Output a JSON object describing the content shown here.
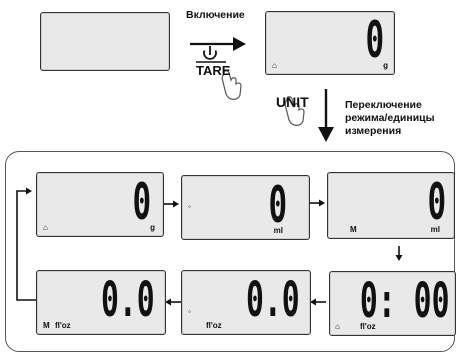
{
  "top": {
    "power_on_label": "Включение",
    "tare_label": "TARE",
    "unit_label": "UNIT",
    "switch_mode_label": [
      "Переключение",
      "режима/единицы",
      "измерения"
    ]
  },
  "screens": {
    "power_on": {
      "value": "0",
      "unit": "g",
      "mode": ""
    },
    "s1": {
      "value": "0",
      "unit": "g",
      "mode": ""
    },
    "s2": {
      "value": "0",
      "unit": "ml",
      "mode": ""
    },
    "s3": {
      "value": "0",
      "unit": "ml",
      "mode": "M"
    },
    "s4": {
      "value": "0: 00",
      "unit": "fl'oz",
      "mode": ""
    },
    "s5": {
      "value": "0.0",
      "unit": "fl'oz",
      "mode": ""
    },
    "s6": {
      "value": "0.0",
      "unit": "fl'oz",
      "mode": "M"
    }
  }
}
